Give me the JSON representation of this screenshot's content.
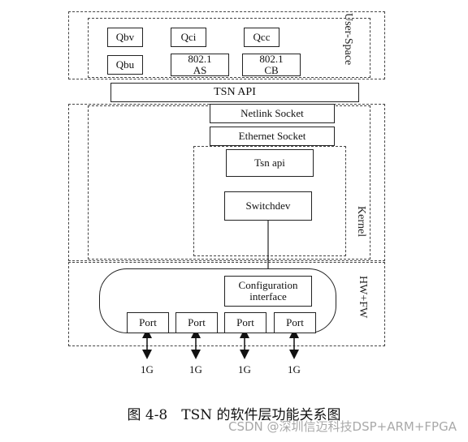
{
  "user_space": {
    "label": "User-Space",
    "modules": {
      "qbv": "Qbv",
      "qci": "Qci",
      "qcc": "Qcc",
      "qbu": "Qbu",
      "as": "802.1\nAS",
      "cb": "802.1\nCB"
    }
  },
  "tsn_api": "TSN API",
  "netlink_socket": "Netlink Socket",
  "ethernet_socket": "Ethernet Socket",
  "kernel": {
    "label": "Kernel",
    "tsn_api": "Tsn api",
    "switchdev": "Switchdev"
  },
  "hwfw": {
    "label": "HW+FW",
    "config_interface": "Configuration\ninterface",
    "ports": [
      "Port",
      "Port",
      "Port",
      "Port"
    ],
    "speeds": [
      "1G",
      "1G",
      "1G",
      "1G"
    ]
  },
  "caption": "图 4-8　TSN 的软件层功能关系图",
  "watermark": "CSDN @深圳信迈科技DSP+ARM+FPGA"
}
